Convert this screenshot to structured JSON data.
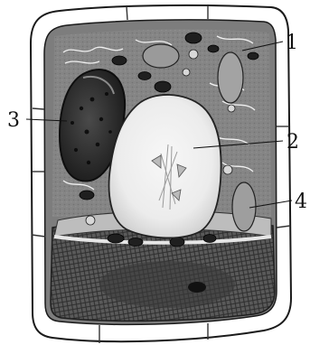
{
  "figure": {
    "callouts": [
      {
        "key": "c1",
        "number": "1"
      },
      {
        "key": "c2",
        "number": "2"
      },
      {
        "key": "c3",
        "number": "3"
      },
      {
        "key": "c4",
        "number": "4"
      }
    ]
  }
}
